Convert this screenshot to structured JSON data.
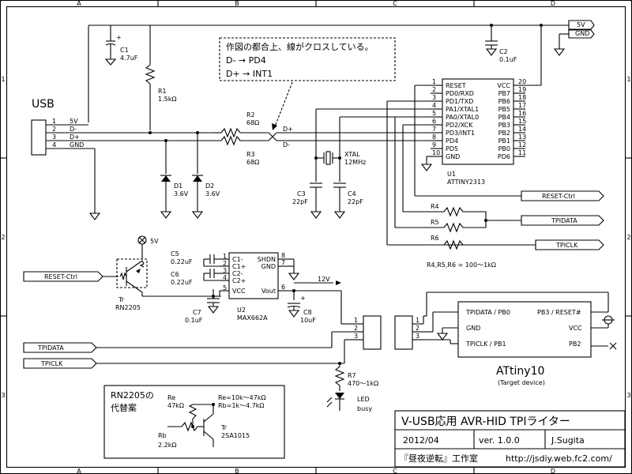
{
  "grid": {
    "cols": [
      "A",
      "B",
      "C",
      "D"
    ],
    "rows": [
      "1",
      "2",
      "3"
    ]
  },
  "power": {
    "v5": "5V",
    "gnd": "GND",
    "v12": "12V"
  },
  "usb": {
    "title": "USB",
    "pins": [
      {
        "num": "1",
        "name": "5V"
      },
      {
        "num": "2",
        "name": "D-"
      },
      {
        "num": "3",
        "name": "D+"
      },
      {
        "num": "4",
        "name": "GND"
      }
    ]
  },
  "note": {
    "line1": "作図の都合上、線がクロスしている。",
    "line2": "D- → PD4",
    "line3": "D+ → INT1"
  },
  "nets": {
    "dplus": "D+",
    "dminus": "D-"
  },
  "parts": {
    "c1": {
      "ref": "C1",
      "val": "4.7uF"
    },
    "c2": {
      "ref": "C2",
      "val": "0.1uF"
    },
    "r1": {
      "ref": "R1",
      "val": "1.5kΩ"
    },
    "r2": {
      "ref": "R2",
      "val": "68Ω"
    },
    "r3": {
      "ref": "R3",
      "val": "68Ω"
    },
    "d1": {
      "ref": "D1",
      "val": "3.6V"
    },
    "d2": {
      "ref": "D2",
      "val": "3.6V"
    },
    "xtal": {
      "ref": "XTAL",
      "val": "12MHz"
    },
    "c3": {
      "ref": "C3",
      "val": "22pF"
    },
    "c4": {
      "ref": "C4",
      "val": "22pF"
    },
    "r4": {
      "ref": "R4"
    },
    "r5": {
      "ref": "R5"
    },
    "r6": {
      "ref": "R6"
    },
    "r456": {
      "val": "R4,R5,R6 = 100～1kΩ"
    },
    "c5": {
      "ref": "C5",
      "val": "0.22uF"
    },
    "c6": {
      "ref": "C6",
      "val": "0.22uF"
    },
    "c7": {
      "ref": "C7",
      "val": "0.1uF"
    },
    "c8": {
      "ref": "C8",
      "val": "10uF"
    },
    "tr": {
      "ref": "Tr",
      "val": "RN2205"
    },
    "r7": {
      "ref": "R7",
      "val": "470～1kΩ"
    },
    "led": {
      "ref": "LED",
      "val": "busy"
    }
  },
  "u1": {
    "ref": "U1",
    "part": "ATTINY2313",
    "left": [
      {
        "num": "1",
        "name": "RESET"
      },
      {
        "num": "2",
        "name": "PD0/RXD"
      },
      {
        "num": "3",
        "name": "PD1/TXD"
      },
      {
        "num": "4",
        "name": "PA1/XTAL1"
      },
      {
        "num": "5",
        "name": "PA0/XTAL0"
      },
      {
        "num": "6",
        "name": "PD2/XCK"
      },
      {
        "num": "7",
        "name": "PD3/INT1"
      },
      {
        "num": "8",
        "name": "PD4"
      },
      {
        "num": "9",
        "name": "PD5"
      },
      {
        "num": "10",
        "name": "GND"
      }
    ],
    "right": [
      {
        "num": "20",
        "name": "VCC"
      },
      {
        "num": "19",
        "name": "PB7"
      },
      {
        "num": "18",
        "name": "PB6"
      },
      {
        "num": "17",
        "name": "PB5"
      },
      {
        "num": "16",
        "name": "PB4"
      },
      {
        "num": "15",
        "name": "PB3"
      },
      {
        "num": "14",
        "name": "PB2"
      },
      {
        "num": "13",
        "name": "PB1"
      },
      {
        "num": "12",
        "name": "PB0"
      },
      {
        "num": "11",
        "name": "PD6"
      }
    ]
  },
  "u2": {
    "ref": "U2",
    "part": "MAX662A",
    "left": [
      {
        "num": "1",
        "name": "C1-"
      },
      {
        "num": "2",
        "name": "C1+"
      },
      {
        "num": "3",
        "name": "C2-"
      },
      {
        "num": "4",
        "name": "C2+"
      },
      {
        "num": "5",
        "name": "VCC"
      }
    ],
    "right": [
      {
        "num": "8",
        "name": "SHDN"
      },
      {
        "num": "7",
        "name": "GND"
      },
      {
        "num": "6",
        "name": "Vout"
      }
    ]
  },
  "signals": {
    "reset": "RESET-Ctrl",
    "tpidata": "TPIDATA",
    "tpiclk": "TPICLK"
  },
  "connector": {
    "pins": [
      "1",
      "2",
      "3"
    ]
  },
  "target": {
    "name": "ATtiny10",
    "sub": "(Target device)",
    "pins": {
      "tpidata": "TPIDATA / PB0",
      "gnd": "GND",
      "tpiclk": "TPICLK / PB1",
      "reset": "PB3 / RESET#",
      "vcc": "VCC",
      "pb2": "PB2"
    }
  },
  "alt": {
    "title1": "RN2205の",
    "title2": "代替案",
    "re": "Re",
    "re_val": "47kΩ",
    "rb": "Rb",
    "rb_val": "2.2kΩ",
    "range1": "Re=10k～47kΩ",
    "range2": "Rb=1k～4.7kΩ",
    "tr": "Tr",
    "tr_val": "2SA1015"
  },
  "titleblock": {
    "title": "V-USB応用 AVR-HID TPIライター",
    "date": "2012/04",
    "version": "ver. 1.0.0",
    "author": "J.Sugita",
    "org": "『昼夜逆転』工作室",
    "url": "http://jsdiy.web.fc2.com/"
  }
}
